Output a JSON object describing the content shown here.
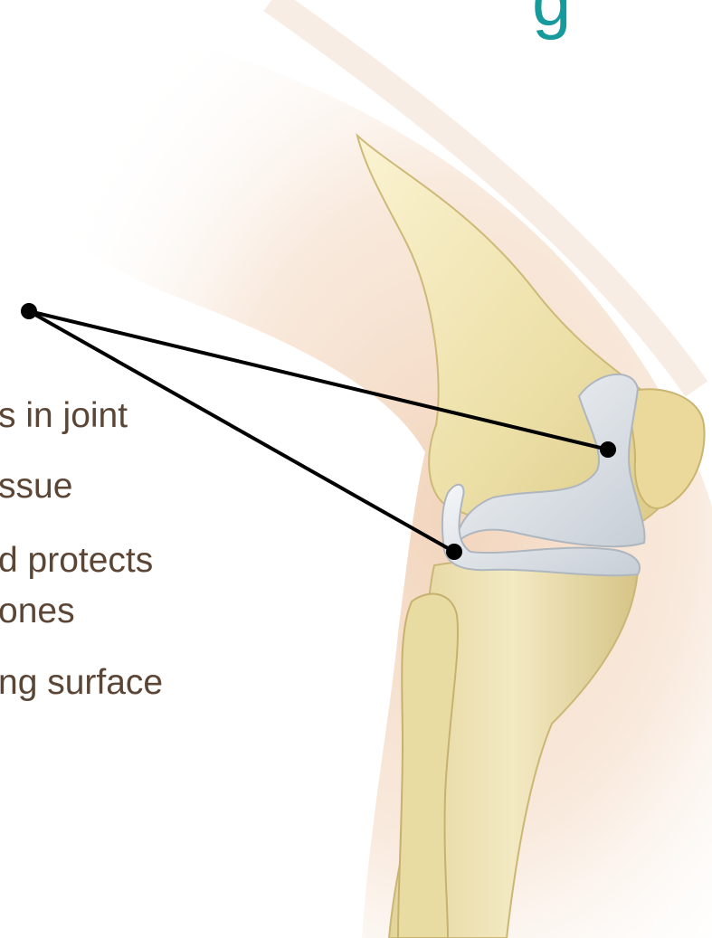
{
  "slide": {
    "title_fragment": "g",
    "text_lines": [
      "s in joint",
      "ssue",
      "d protects",
      "ones",
      "ng surface"
    ]
  },
  "colors": {
    "title": "#179a9c",
    "body_text": "#5b4636",
    "bone": "#ecdfa6",
    "skin": "#f4dcc8",
    "cartilage": "#d8dee4",
    "leader_line": "#000000"
  },
  "illustration": {
    "subject": "knee-joint-cross-section",
    "callout_count": 2
  }
}
